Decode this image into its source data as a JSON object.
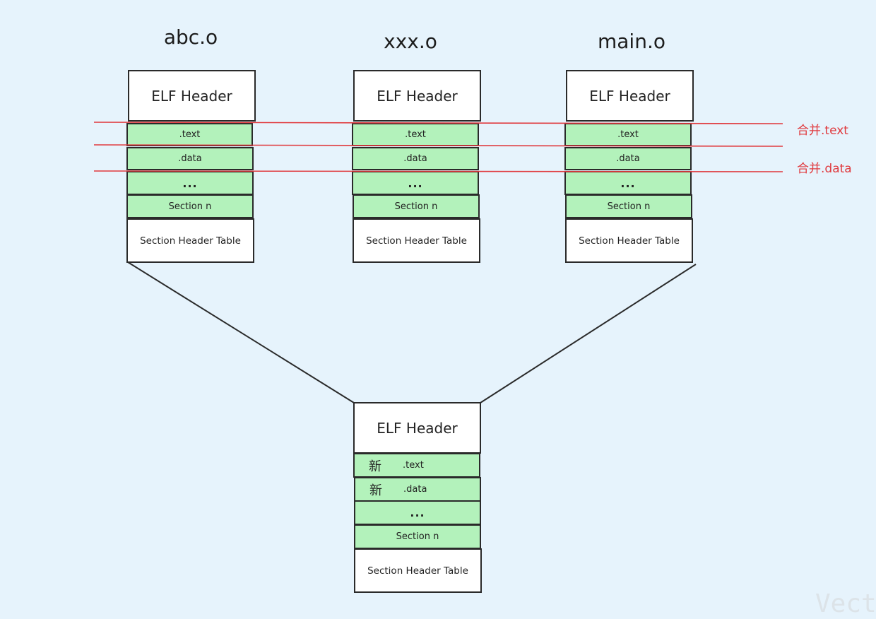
{
  "files": [
    {
      "title": "abc.o",
      "elf_header": "ELF Header",
      "text": ".text",
      "data": ".data",
      "dots": "...",
      "section_n": "Section n",
      "sht": "Section Header Table"
    },
    {
      "title": "xxx.o",
      "elf_header": "ELF Header",
      "text": ".text",
      "data": ".data",
      "dots": "...",
      "section_n": "Section n",
      "sht": "Section Header Table"
    },
    {
      "title": "main.o",
      "elf_header": "ELF Header",
      "text": ".text",
      "data": ".data",
      "dots": "...",
      "section_n": "Section n",
      "sht": "Section Header Table"
    }
  ],
  "merged": {
    "elf_header": "ELF Header",
    "new_mark": "新",
    "text": ".text",
    "data": ".data",
    "dots": "...",
    "section_n": "Section n",
    "sht": "Section Header Table"
  },
  "merge_labels": {
    "text": "合并.text",
    "data": "合并.data"
  },
  "watermark": "Vect",
  "colors": {
    "background": "#e6f3fc",
    "section_fill": "#b3f2bb",
    "merge_line": "#e03a3e",
    "border": "#2a2a2a"
  }
}
